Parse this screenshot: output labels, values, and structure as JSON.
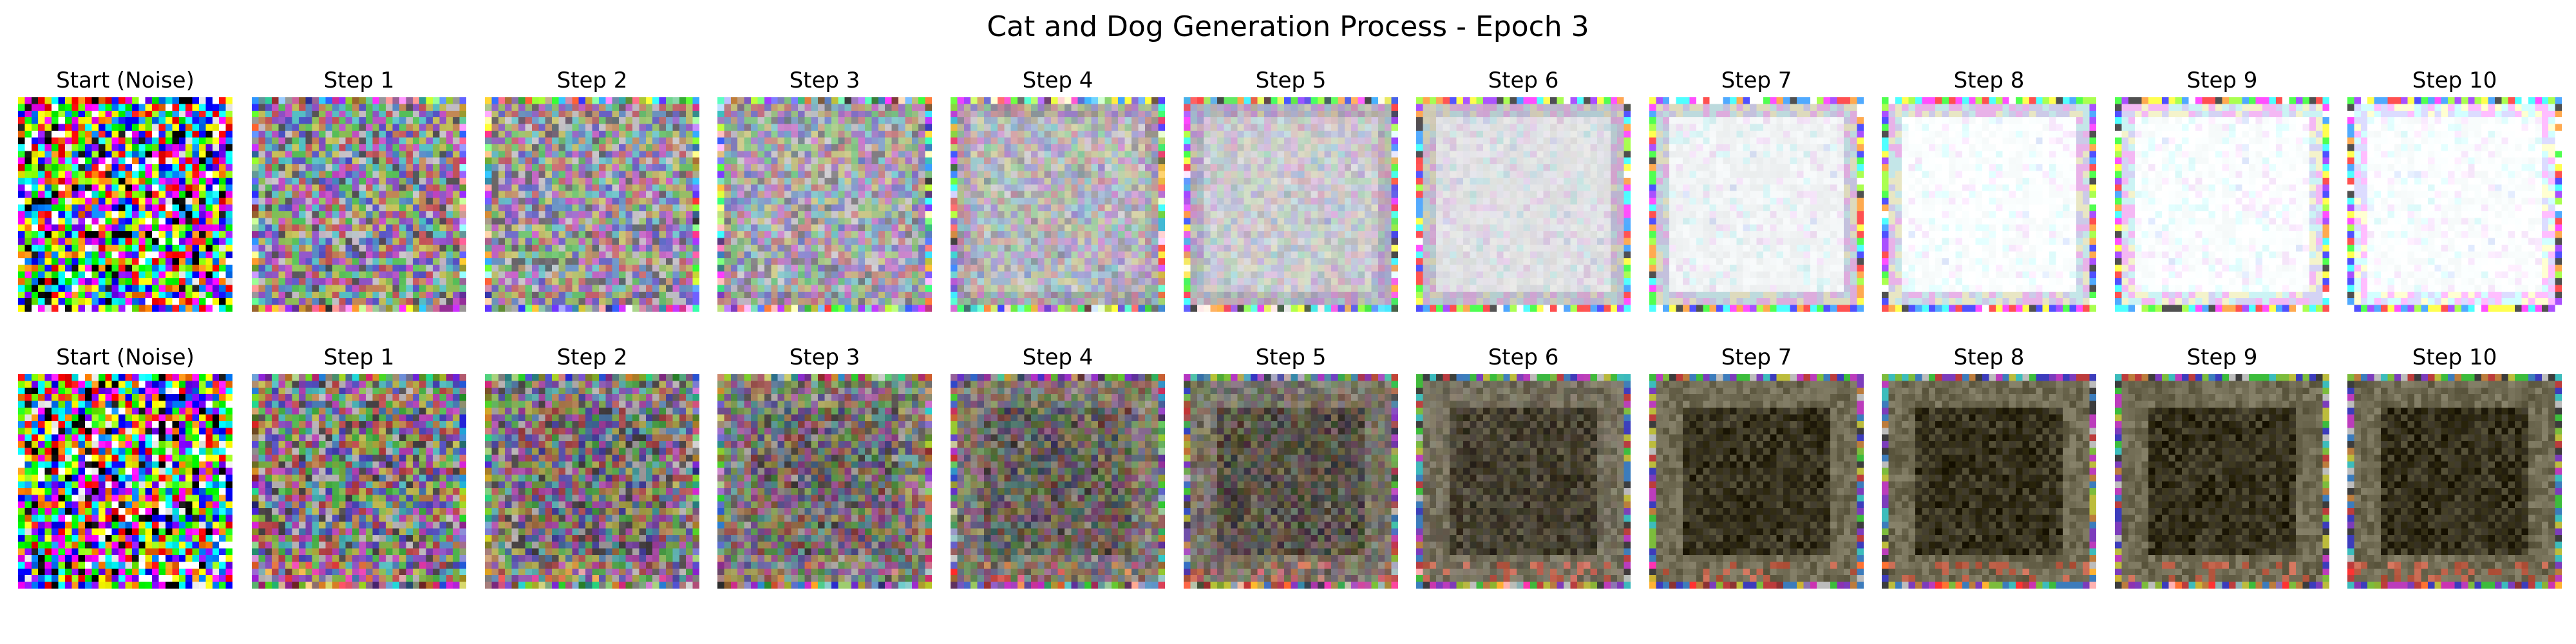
{
  "figure": {
    "title": "Cat and Dog Generation Process - Epoch 3"
  },
  "rows": [
    {
      "name": "cat-row",
      "panels": [
        {
          "title": "Start (Noise)",
          "kind": "noise"
        },
        {
          "title": "Step 1",
          "kind": "light",
          "progress": 0.1
        },
        {
          "title": "Step 2",
          "kind": "light",
          "progress": 0.2
        },
        {
          "title": "Step 3",
          "kind": "light",
          "progress": 0.3
        },
        {
          "title": "Step 4",
          "kind": "light",
          "progress": 0.4
        },
        {
          "title": "Step 5",
          "kind": "light",
          "progress": 0.5
        },
        {
          "title": "Step 6",
          "kind": "light",
          "progress": 0.6
        },
        {
          "title": "Step 7",
          "kind": "light",
          "progress": 0.7
        },
        {
          "title": "Step 8",
          "kind": "light",
          "progress": 0.8
        },
        {
          "title": "Step 9",
          "kind": "light",
          "progress": 0.9
        },
        {
          "title": "Step 10",
          "kind": "light",
          "progress": 1.0
        }
      ]
    },
    {
      "name": "dog-row",
      "panels": [
        {
          "title": "Start (Noise)",
          "kind": "noise"
        },
        {
          "title": "Step 1",
          "kind": "dark",
          "progress": 0.1
        },
        {
          "title": "Step 2",
          "kind": "dark",
          "progress": 0.2
        },
        {
          "title": "Step 3",
          "kind": "dark",
          "progress": 0.3
        },
        {
          "title": "Step 4",
          "kind": "dark",
          "progress": 0.4
        },
        {
          "title": "Step 5",
          "kind": "dark",
          "progress": 0.5
        },
        {
          "title": "Step 6",
          "kind": "dark",
          "progress": 0.6
        },
        {
          "title": "Step 7",
          "kind": "dark",
          "progress": 0.7
        },
        {
          "title": "Step 8",
          "kind": "dark",
          "progress": 0.8
        },
        {
          "title": "Step 9",
          "kind": "dark",
          "progress": 0.9
        },
        {
          "title": "Step 10",
          "kind": "dark",
          "progress": 1.0
        }
      ]
    }
  ],
  "colors": {
    "background": "#ffffff",
    "text": "#000000",
    "light_center": "#fbffff",
    "dark_center": "#2c2718",
    "dark_border": "#6f6a52"
  }
}
